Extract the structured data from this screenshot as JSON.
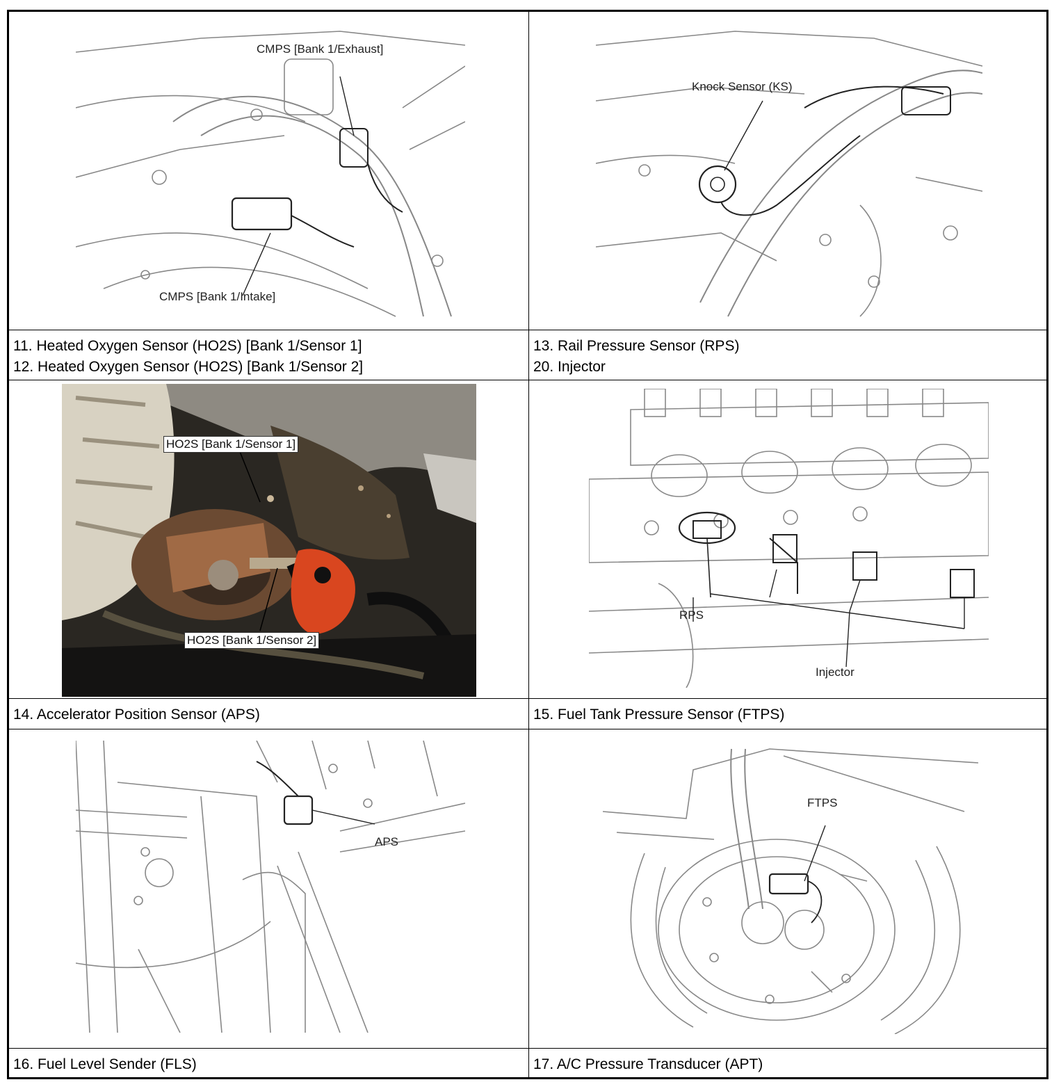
{
  "panels": {
    "p1": {
      "labels": [
        "CMPS [Bank 1/Exhaust]",
        "CMPS [Bank 1/Intake]"
      ]
    },
    "p2": {
      "labels": [
        "Knock Sensor (KS)"
      ]
    },
    "p3": {
      "labels": [
        "HO2S [Bank 1/Sensor 1]",
        "HO2S [Bank 1/Sensor 2]"
      ]
    },
    "p4": {
      "labels": [
        "RPS",
        "Injector"
      ]
    },
    "p5": {
      "labels": [
        "APS"
      ]
    },
    "p6": {
      "labels": [
        "FTPS"
      ]
    }
  },
  "captions": {
    "row1_left": [
      "11. Heated Oxygen Sensor (HO2S) [Bank 1/Sensor 1]",
      "12. Heated Oxygen Sensor (HO2S) [Bank 1/Sensor 2]"
    ],
    "row1_right": [
      "13. Rail Pressure Sensor (RPS)",
      "20. Injector"
    ],
    "row2_left": [
      "14. Accelerator Position Sensor (APS)"
    ],
    "row2_right": [
      "15. Fuel Tank Pressure Sensor (FTPS)"
    ],
    "row3_left": [
      "16. Fuel Level Sender (FLS)"
    ],
    "row3_right": [
      "17. A/C Pressure Transducer (APT)"
    ]
  }
}
